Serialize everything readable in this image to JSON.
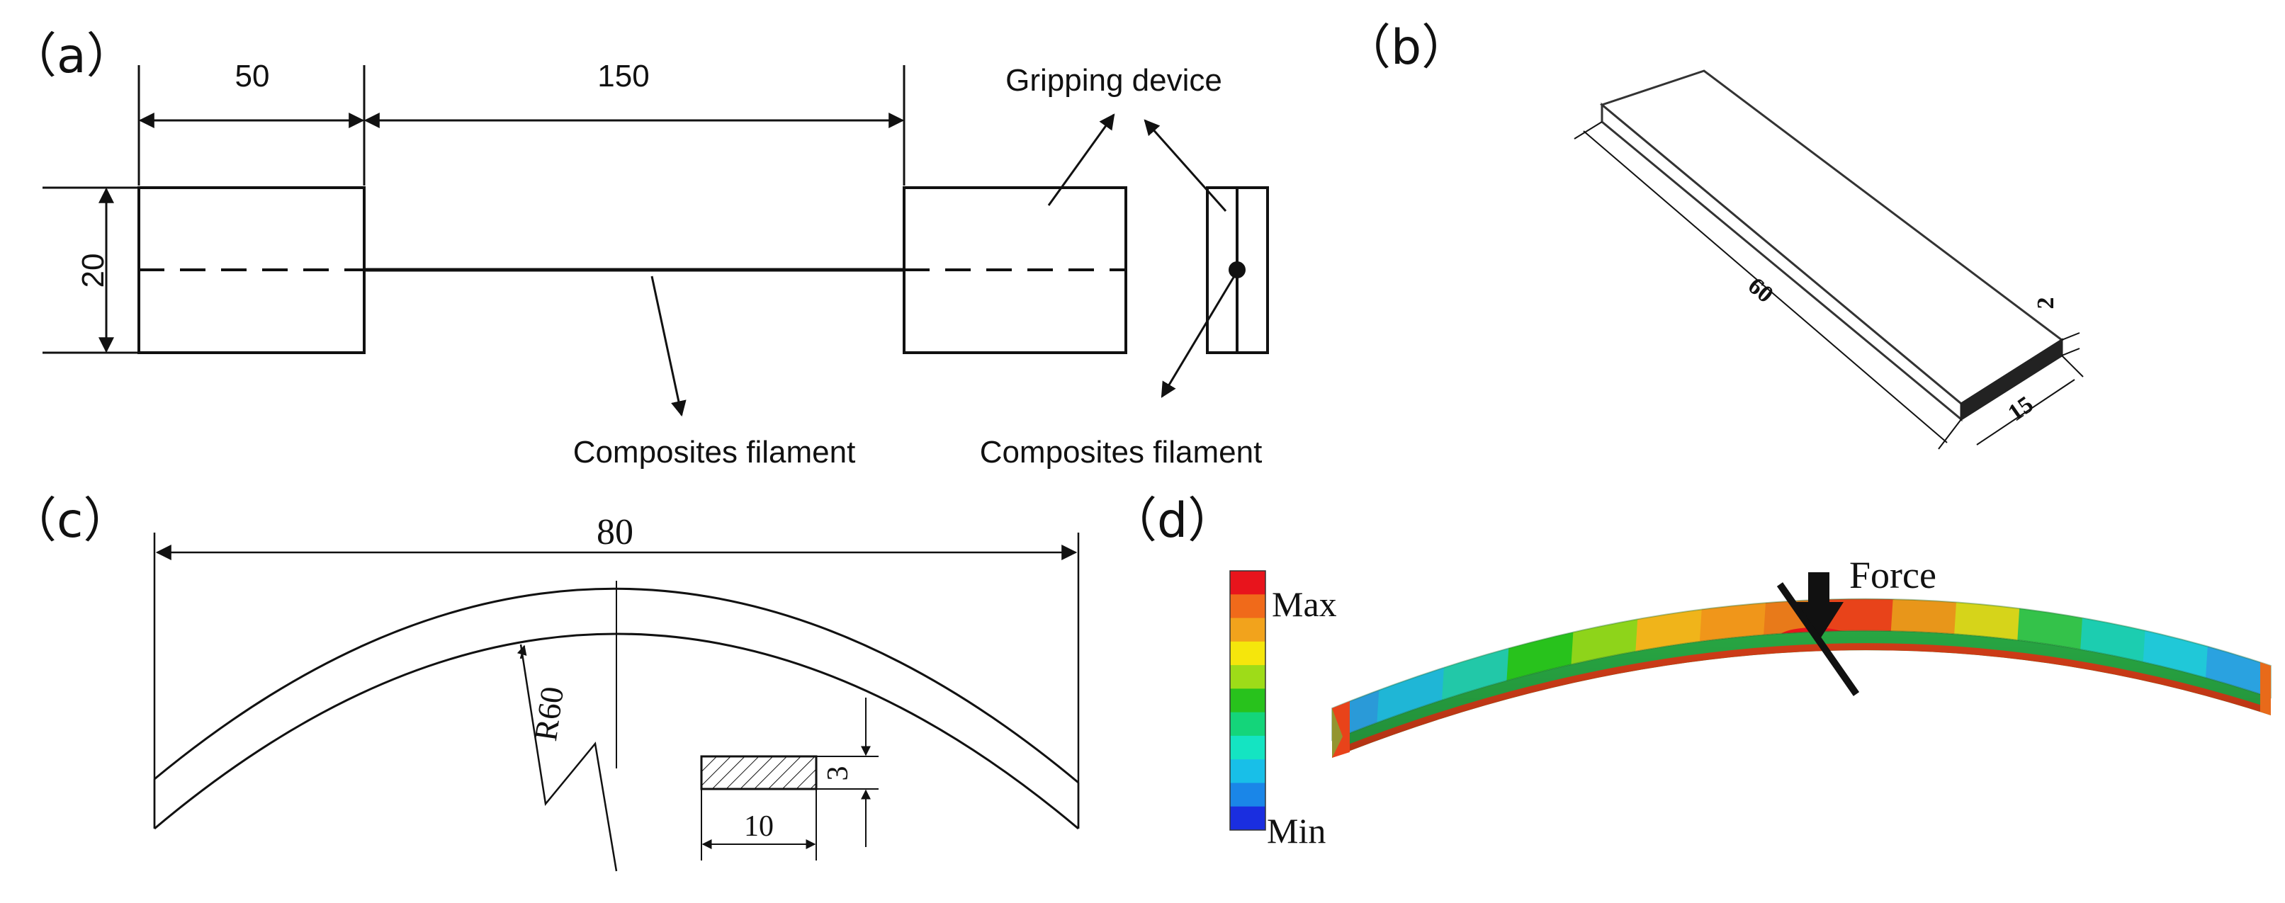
{
  "panel_a": {
    "label": "（a）",
    "dim_grip_length": "50",
    "dim_gauge_length": "150",
    "dim_height": "20",
    "gripping_label": "Gripping device",
    "filament_label_main": "Composites filament",
    "filament_label_side": "Composites filament"
  },
  "panel_b": {
    "label": "（b）",
    "dim_length": "60",
    "dim_width": "15",
    "dim_thickness": "2"
  },
  "panel_c": {
    "label": "（c）",
    "dim_span": "80",
    "dim_radius": "R60",
    "dim_section_width": "10",
    "dim_section_height": "3"
  },
  "panel_d": {
    "label": "（d）",
    "force_label": "Force",
    "legend_max": "Max",
    "legend_min": "Min",
    "legend_colors": [
      "#e8141c",
      "#f06a1a",
      "#f2a31c",
      "#f5e60c",
      "#9edc18",
      "#28c21c",
      "#14d57a",
      "#14e4c2",
      "#18bfe8",
      "#1a86e8",
      "#1a2ee0"
    ]
  }
}
